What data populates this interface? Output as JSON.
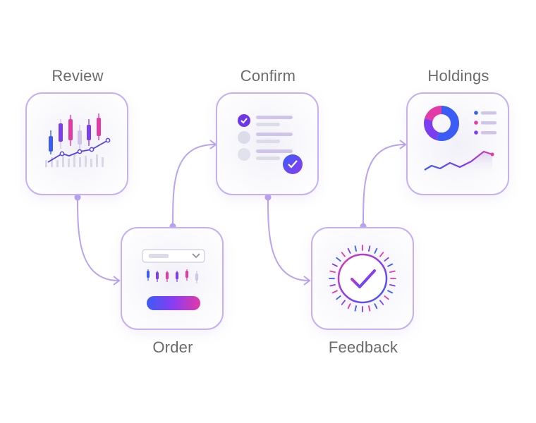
{
  "diagram": {
    "steps": [
      {
        "id": "review",
        "label": "Review"
      },
      {
        "id": "order",
        "label": "Order"
      },
      {
        "id": "confirm",
        "label": "Confirm"
      },
      {
        "id": "feedback",
        "label": "Feedback"
      },
      {
        "id": "holdings",
        "label": "Holdings"
      }
    ],
    "colors": {
      "connector": "#b9a3f0",
      "card_border": "#c4b0f2",
      "label": "#6b6b6b",
      "blue": "#3b5cf5",
      "purple": "#7b3df0",
      "pink": "#e23aa6",
      "lavender": "#cfc4e9",
      "lightgray": "#dcdce8"
    }
  }
}
